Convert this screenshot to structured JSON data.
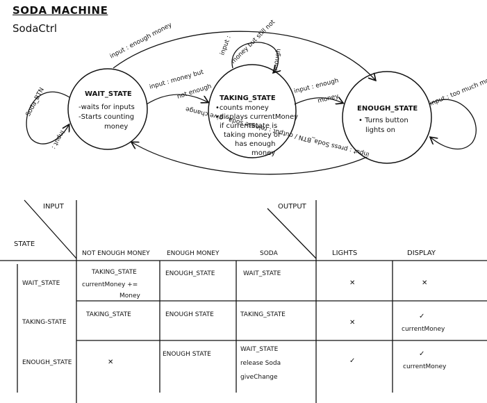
{
  "title": "SODA MACHINE",
  "subtitle": "SodaCtrl",
  "states": [
    {
      "name": "WAIT_STATE",
      "lines": [
        "-waits for inputs",
        "-Starts counting",
        "money"
      ]
    },
    {
      "name": "TAKING_STATE",
      "lines": [
        "•counts money",
        "•displays currentMoney",
        "if currentState is",
        "taking money or",
        "has enough",
        "money"
      ]
    },
    {
      "name": "ENOUGH_STATE",
      "lines": [
        "• Turns button",
        "lights on"
      ]
    }
  ],
  "transitions": {
    "wait_self": [
      "Soda_BTN",
      "input :"
    ],
    "wait_to_enough": "input : enough money",
    "wait_to_taking": [
      "input : money but",
      "not enough"
    ],
    "taking_self": [
      "input :",
      "money but still not",
      "enough"
    ],
    "taking_to_enough": [
      "input : enough",
      "money"
    ],
    "enough_self": "input : too much money",
    "enough_to_wait": "input : press Soda_BTN / output : release soda , give change"
  },
  "table": {
    "input_label": "INPUT",
    "output_label": "OUTPUT",
    "state_label": "STATE",
    "input_columns": [
      "NOT ENOUGH MONEY",
      "ENOUGH MONEY",
      "SODA"
    ],
    "output_columns": [
      "LIGHTS",
      "DISPLAY"
    ],
    "rows": [
      {
        "state": "WAIT_STATE",
        "not_enough": [
          "TAKING_STATE",
          "currentMoney +=",
          "Money"
        ],
        "enough": "ENOUGH_STATE",
        "soda": [
          "WAIT_STATE"
        ],
        "lights": "✕",
        "display": [
          "✕"
        ]
      },
      {
        "state": "TAKING-STATE",
        "not_enough": [
          "TAKING_STATE"
        ],
        "enough": "ENOUGH STATE",
        "soda": [
          "TAKING_STATE"
        ],
        "lights": "✕",
        "display": [
          "✓",
          "currentMoney"
        ]
      },
      {
        "state": "ENOUGH_STATE",
        "not_enough": [
          "✕"
        ],
        "enough": "ENOUGH STATE",
        "soda": [
          "WAIT_STATE",
          "release Soda",
          "giveChange"
        ],
        "lights": "✓",
        "display": [
          "✓",
          "currentMoney"
        ]
      }
    ]
  }
}
